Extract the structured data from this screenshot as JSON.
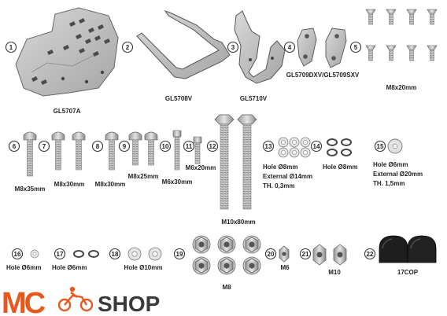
{
  "parts": [
    {
      "num": "1",
      "code": "GL5707A"
    },
    {
      "num": "2",
      "code": "GL5708V"
    },
    {
      "num": "3",
      "code": "GL5710V"
    },
    {
      "num": "4",
      "code": "GL5709DXV/GL5709SXV"
    },
    {
      "num": "5",
      "size": "M8x20mm"
    },
    {
      "num": "6",
      "size": "M8x35mm"
    },
    {
      "num": "7",
      "size": "M8x30mm"
    },
    {
      "num": "8",
      "size": "M8x30mm"
    },
    {
      "num": "9",
      "size": "M8x25mm"
    },
    {
      "num": "10",
      "size": "M6x30mm"
    },
    {
      "num": "11",
      "size": "M6x20mm"
    },
    {
      "num": "12",
      "size": "M10x80mm"
    },
    {
      "num": "13",
      "lines": [
        "Hole Ø8mm",
        "External Ø14mm",
        "TH. 0,3mm"
      ]
    },
    {
      "num": "14",
      "lines": [
        "Hole Ø8mm"
      ]
    },
    {
      "num": "15",
      "lines": [
        "Hole Ø6mm",
        "External Ø20mm",
        "TH. 1,5mm"
      ]
    },
    {
      "num": "16",
      "size": "Hole Ø6mm"
    },
    {
      "num": "17",
      "size": "Hole Ø6mm"
    },
    {
      "num": "18",
      "size": "Hole Ø10mm"
    },
    {
      "num": "19",
      "size": "M8"
    },
    {
      "num": "20",
      "size": "M6"
    },
    {
      "num": "21",
      "size": "M10"
    },
    {
      "num": "22",
      "size": "17COP"
    }
  ],
  "logo": {
    "brand_left": "MC",
    "brand_right": "SHOP",
    "color_accent": "#e8571e",
    "color_dark": "#3a3a3a"
  }
}
